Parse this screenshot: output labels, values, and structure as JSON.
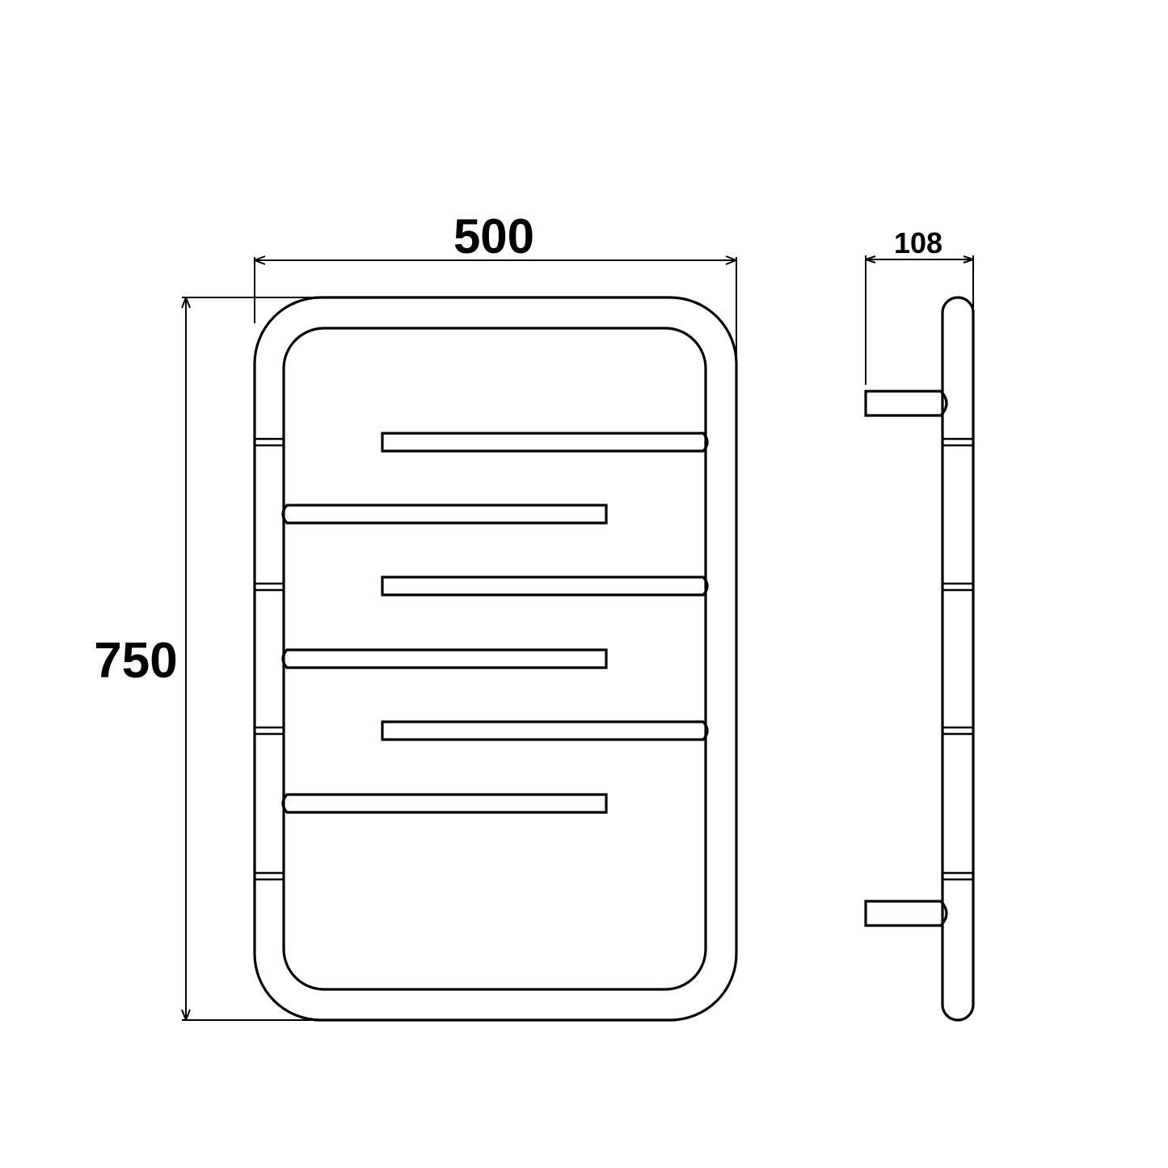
{
  "dimensions": {
    "width": "500",
    "height": "750",
    "depth": "108"
  },
  "colors": {
    "line": "#000000",
    "background": "#ffffff"
  }
}
